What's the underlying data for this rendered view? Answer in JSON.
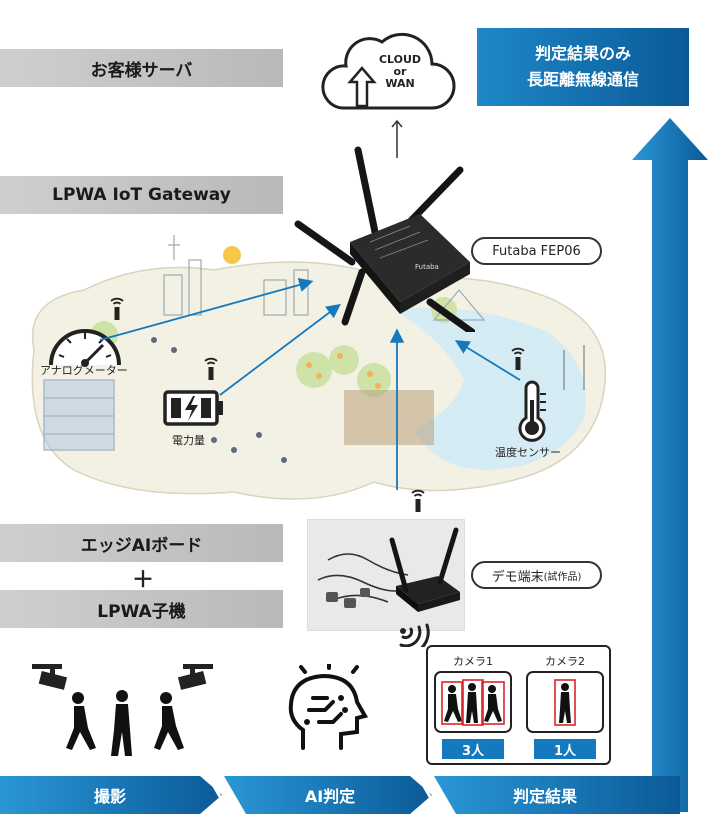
{
  "labels": {
    "customer_server": "お客様サーバ",
    "gateway": "LPWA IoT Gateway",
    "edge_ai": "エッジAIボード",
    "plus": "＋",
    "lpwa_child": "LPWA子機"
  },
  "cloud": {
    "line1": "CLOUD",
    "line2": "or",
    "line3": "WAN"
  },
  "blue_box": {
    "line1": "判定結果のみ",
    "line2": "長距離無線通信"
  },
  "gateway_device": {
    "name": "Futaba FEP06",
    "brand": "Futaba"
  },
  "sensors": {
    "analog_meter": "アナログメーター",
    "power": "電力量",
    "temperature": "温度センサー"
  },
  "demo_terminal": {
    "name": "デモ端末",
    "note": "(試作品)"
  },
  "results": {
    "camera1": {
      "label": "カメラ1",
      "count": "3人"
    },
    "camera2": {
      "label": "カメラ2",
      "count": "1人"
    }
  },
  "stages": [
    "撮影",
    "AI判定",
    "判定結果"
  ],
  "colors": {
    "accent_blue": "#1579bd",
    "dark_blue": "#0b5a97",
    "label_gray": "#c4c4c4",
    "detect_red": "#d9262c"
  }
}
